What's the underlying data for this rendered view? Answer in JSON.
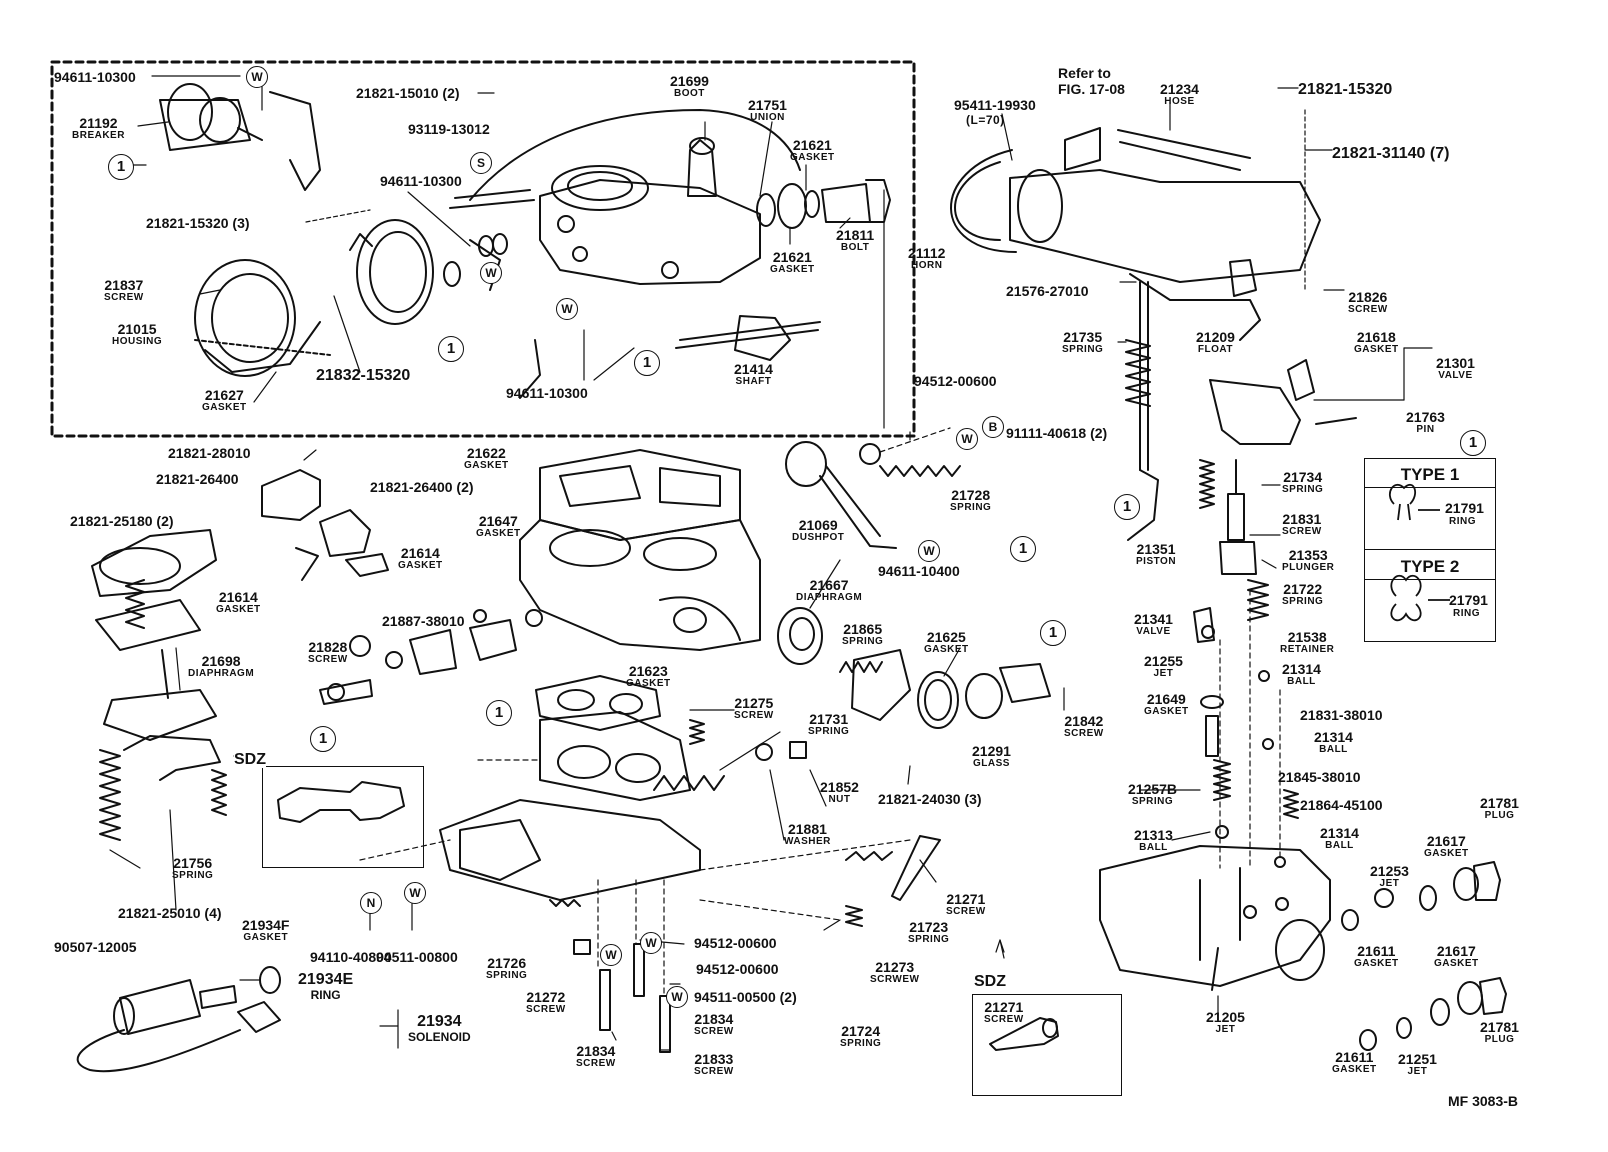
{
  "diagram": {
    "figure_code": "MF 3083-B",
    "refer_text_line1": "Refer to",
    "refer_text_line2": "FIG. 17-08",
    "length_note": "(L=70)",
    "inset_label": "SDZ",
    "callout_1": "1",
    "marker_w": "W",
    "marker_s": "S",
    "marker_b": "B",
    "marker_n": "N",
    "type_box": {
      "type1": "TYPE 1",
      "type2": "TYPE 2",
      "part1": "21791",
      "name1": "RING",
      "part2": "21791",
      "name2": "RING"
    },
    "labels": [
      {
        "id": "p01",
        "part": "94611-10300",
        "name": ""
      },
      {
        "id": "p02",
        "part": "21192",
        "name": "BREAKER"
      },
      {
        "id": "p03",
        "part": "21821-15010 (2)",
        "name": ""
      },
      {
        "id": "p04",
        "part": "93119-13012",
        "name": ""
      },
      {
        "id": "p05",
        "part": "21699",
        "name": "BOOT"
      },
      {
        "id": "p06",
        "part": "21751",
        "name": "UNION"
      },
      {
        "id": "p07",
        "part": "21621",
        "name": "GASKET"
      },
      {
        "id": "p08",
        "part": "94611-10300",
        "name": ""
      },
      {
        "id": "p09",
        "part": "21821-15320 (3)",
        "name": ""
      },
      {
        "id": "p10",
        "part": "21837",
        "name": "SCREW"
      },
      {
        "id": "p11",
        "part": "21015",
        "name": "HOUSING"
      },
      {
        "id": "p12",
        "part": "21627",
        "name": "GASKET"
      },
      {
        "id": "p13",
        "part": "21832-15320",
        "name": ""
      },
      {
        "id": "p14",
        "part": "94611-10300",
        "name": ""
      },
      {
        "id": "p15",
        "part": "21621",
        "name": "GASKET"
      },
      {
        "id": "p16",
        "part": "21811",
        "name": "BOLT"
      },
      {
        "id": "p17",
        "part": "21112",
        "name": "HORN"
      },
      {
        "id": "p18",
        "part": "21414",
        "name": "SHAFT"
      },
      {
        "id": "p19",
        "part": "95411-19930",
        "name": ""
      },
      {
        "id": "p20",
        "part": "21234",
        "name": "HOSE"
      },
      {
        "id": "p21",
        "part": "21821-15320",
        "name": ""
      },
      {
        "id": "p22",
        "part": "21821-31140 (7)",
        "name": ""
      },
      {
        "id": "p23",
        "part": "21576-27010",
        "name": ""
      },
      {
        "id": "p24",
        "part": "21826",
        "name": "SCREW"
      },
      {
        "id": "p25",
        "part": "21735",
        "name": "SPRING"
      },
      {
        "id": "p26",
        "part": "21209",
        "name": "FLOAT"
      },
      {
        "id": "p27",
        "part": "21618",
        "name": "GASKET"
      },
      {
        "id": "p28",
        "part": "21301",
        "name": "VALVE"
      },
      {
        "id": "p29",
        "part": "21763",
        "name": "PIN"
      },
      {
        "id": "p30",
        "part": "94512-00600",
        "name": ""
      },
      {
        "id": "p31",
        "part": "91111-40618 (2)",
        "name": ""
      },
      {
        "id": "p32",
        "part": "21821-28010",
        "name": ""
      },
      {
        "id": "p33",
        "part": "21821-26400",
        "name": ""
      },
      {
        "id": "p34",
        "part": "21821-26400 (2)",
        "name": ""
      },
      {
        "id": "p35",
        "part": "21622",
        "name": "GASKET"
      },
      {
        "id": "p36",
        "part": "21728",
        "name": "SPRING"
      },
      {
        "id": "p37",
        "part": "21069",
        "name": "DUSHPOT"
      },
      {
        "id": "p38",
        "part": "94611-10400",
        "name": ""
      },
      {
        "id": "p39",
        "part": "21734",
        "name": "SPRING"
      },
      {
        "id": "p40",
        "part": "21831",
        "name": "SCREW"
      },
      {
        "id": "p41",
        "part": "21353",
        "name": "PLUNGER"
      },
      {
        "id": "p42",
        "part": "21351",
        "name": "PISTON"
      },
      {
        "id": "p43",
        "part": "21722",
        "name": "SPRING"
      },
      {
        "id": "p44",
        "part": "21821-25180 (2)",
        "name": ""
      },
      {
        "id": "p45",
        "part": "21647",
        "name": "GASKET"
      },
      {
        "id": "p46",
        "part": "21614",
        "name": "GASKET"
      },
      {
        "id": "p47",
        "part": "21614",
        "name": "GASKET"
      },
      {
        "id": "p48",
        "part": "21887-38010",
        "name": ""
      },
      {
        "id": "p49",
        "part": "21667",
        "name": "DIAPHRAGM"
      },
      {
        "id": "p50",
        "part": "21341",
        "name": "VALVE"
      },
      {
        "id": "p51",
        "part": "21538",
        "name": "RETAINER"
      },
      {
        "id": "p52",
        "part": "21255",
        "name": "JET"
      },
      {
        "id": "p53",
        "part": "21314",
        "name": "BALL"
      },
      {
        "id": "p54",
        "part": "21828",
        "name": "SCREW"
      },
      {
        "id": "p55",
        "part": "21865",
        "name": "SPRING"
      },
      {
        "id": "p56",
        "part": "21625",
        "name": "GASKET"
      },
      {
        "id": "p57",
        "part": "21698",
        "name": "DIAPHRAGM"
      },
      {
        "id": "p58",
        "part": "21623",
        "name": "GASKET"
      },
      {
        "id": "p59",
        "part": "21649",
        "name": "GASKET"
      },
      {
        "id": "p60",
        "part": "21831-38010",
        "name": ""
      },
      {
        "id": "p61",
        "part": "21275",
        "name": "SCREW"
      },
      {
        "id": "p62",
        "part": "21731",
        "name": "SPRING"
      },
      {
        "id": "p63",
        "part": "21842",
        "name": "SCREW"
      },
      {
        "id": "p64",
        "part": "21314",
        "name": "BALL"
      },
      {
        "id": "p65",
        "part": "21291",
        "name": "GLASS"
      },
      {
        "id": "p66",
        "part": "21821-24030 (3)",
        "name": ""
      },
      {
        "id": "p67",
        "part": "21845-38010",
        "name": ""
      },
      {
        "id": "p68",
        "part": "21852",
        "name": "NUT"
      },
      {
        "id": "p69",
        "part": "21257B",
        "name": "SPRING"
      },
      {
        "id": "p70",
        "part": "21864-45100",
        "name": ""
      },
      {
        "id": "p71",
        "part": "21781",
        "name": "PLUG"
      },
      {
        "id": "p72",
        "part": "21881",
        "name": "WASHER"
      },
      {
        "id": "p73",
        "part": "21313",
        "name": "BALL"
      },
      {
        "id": "p74",
        "part": "21314",
        "name": "BALL"
      },
      {
        "id": "p75",
        "part": "21617",
        "name": "GASKET"
      },
      {
        "id": "p76",
        "part": "21756",
        "name": "SPRING"
      },
      {
        "id": "p77",
        "part": "21821-25010 (4)",
        "name": ""
      },
      {
        "id": "p78",
        "part": "21253",
        "name": "JET"
      },
      {
        "id": "p79",
        "part": "90507-12005",
        "name": ""
      },
      {
        "id": "p80",
        "part": "94110-40800",
        "name": ""
      },
      {
        "id": "p81",
        "part": "94511-00800",
        "name": ""
      },
      {
        "id": "p82",
        "part": "94512-00600",
        "name": ""
      },
      {
        "id": "p83",
        "part": "21271",
        "name": "SCREW"
      },
      {
        "id": "p84",
        "part": "21934F",
        "name": "GASKET"
      },
      {
        "id": "p85",
        "part": "21726",
        "name": "SPRING"
      },
      {
        "id": "p86",
        "part": "94512-00600",
        "name": ""
      },
      {
        "id": "p87",
        "part": "21723",
        "name": "SPRING"
      },
      {
        "id": "p88",
        "part": "21611",
        "name": "GASKET"
      },
      {
        "id": "p89",
        "part": "21617",
        "name": "GASKET"
      },
      {
        "id": "p90",
        "part": "21934E",
        "name": "RING"
      },
      {
        "id": "p91",
        "part": "94511-00500 (2)",
        "name": ""
      },
      {
        "id": "p92",
        "part": "21273",
        "name": "SCRWEW"
      },
      {
        "id": "p93",
        "part": "21934",
        "name": "SOLENOID"
      },
      {
        "id": "p94",
        "part": "21272",
        "name": "SCREW"
      },
      {
        "id": "p95",
        "part": "21834",
        "name": "SCREW"
      },
      {
        "id": "p96",
        "part": "21724",
        "name": "SPRING"
      },
      {
        "id": "p97",
        "part": "21781",
        "name": "PLUG"
      },
      {
        "id": "p98",
        "part": "21205",
        "name": "JET"
      },
      {
        "id": "p99",
        "part": "21834",
        "name": "SCREW"
      },
      {
        "id": "p100",
        "part": "21833",
        "name": "SCREW"
      },
      {
        "id": "p101",
        "part": "21611",
        "name": "GASKET"
      },
      {
        "id": "p102",
        "part": "21251",
        "name": "JET"
      },
      {
        "id": "p103",
        "part": "21271",
        "name": "SCREW"
      }
    ]
  }
}
